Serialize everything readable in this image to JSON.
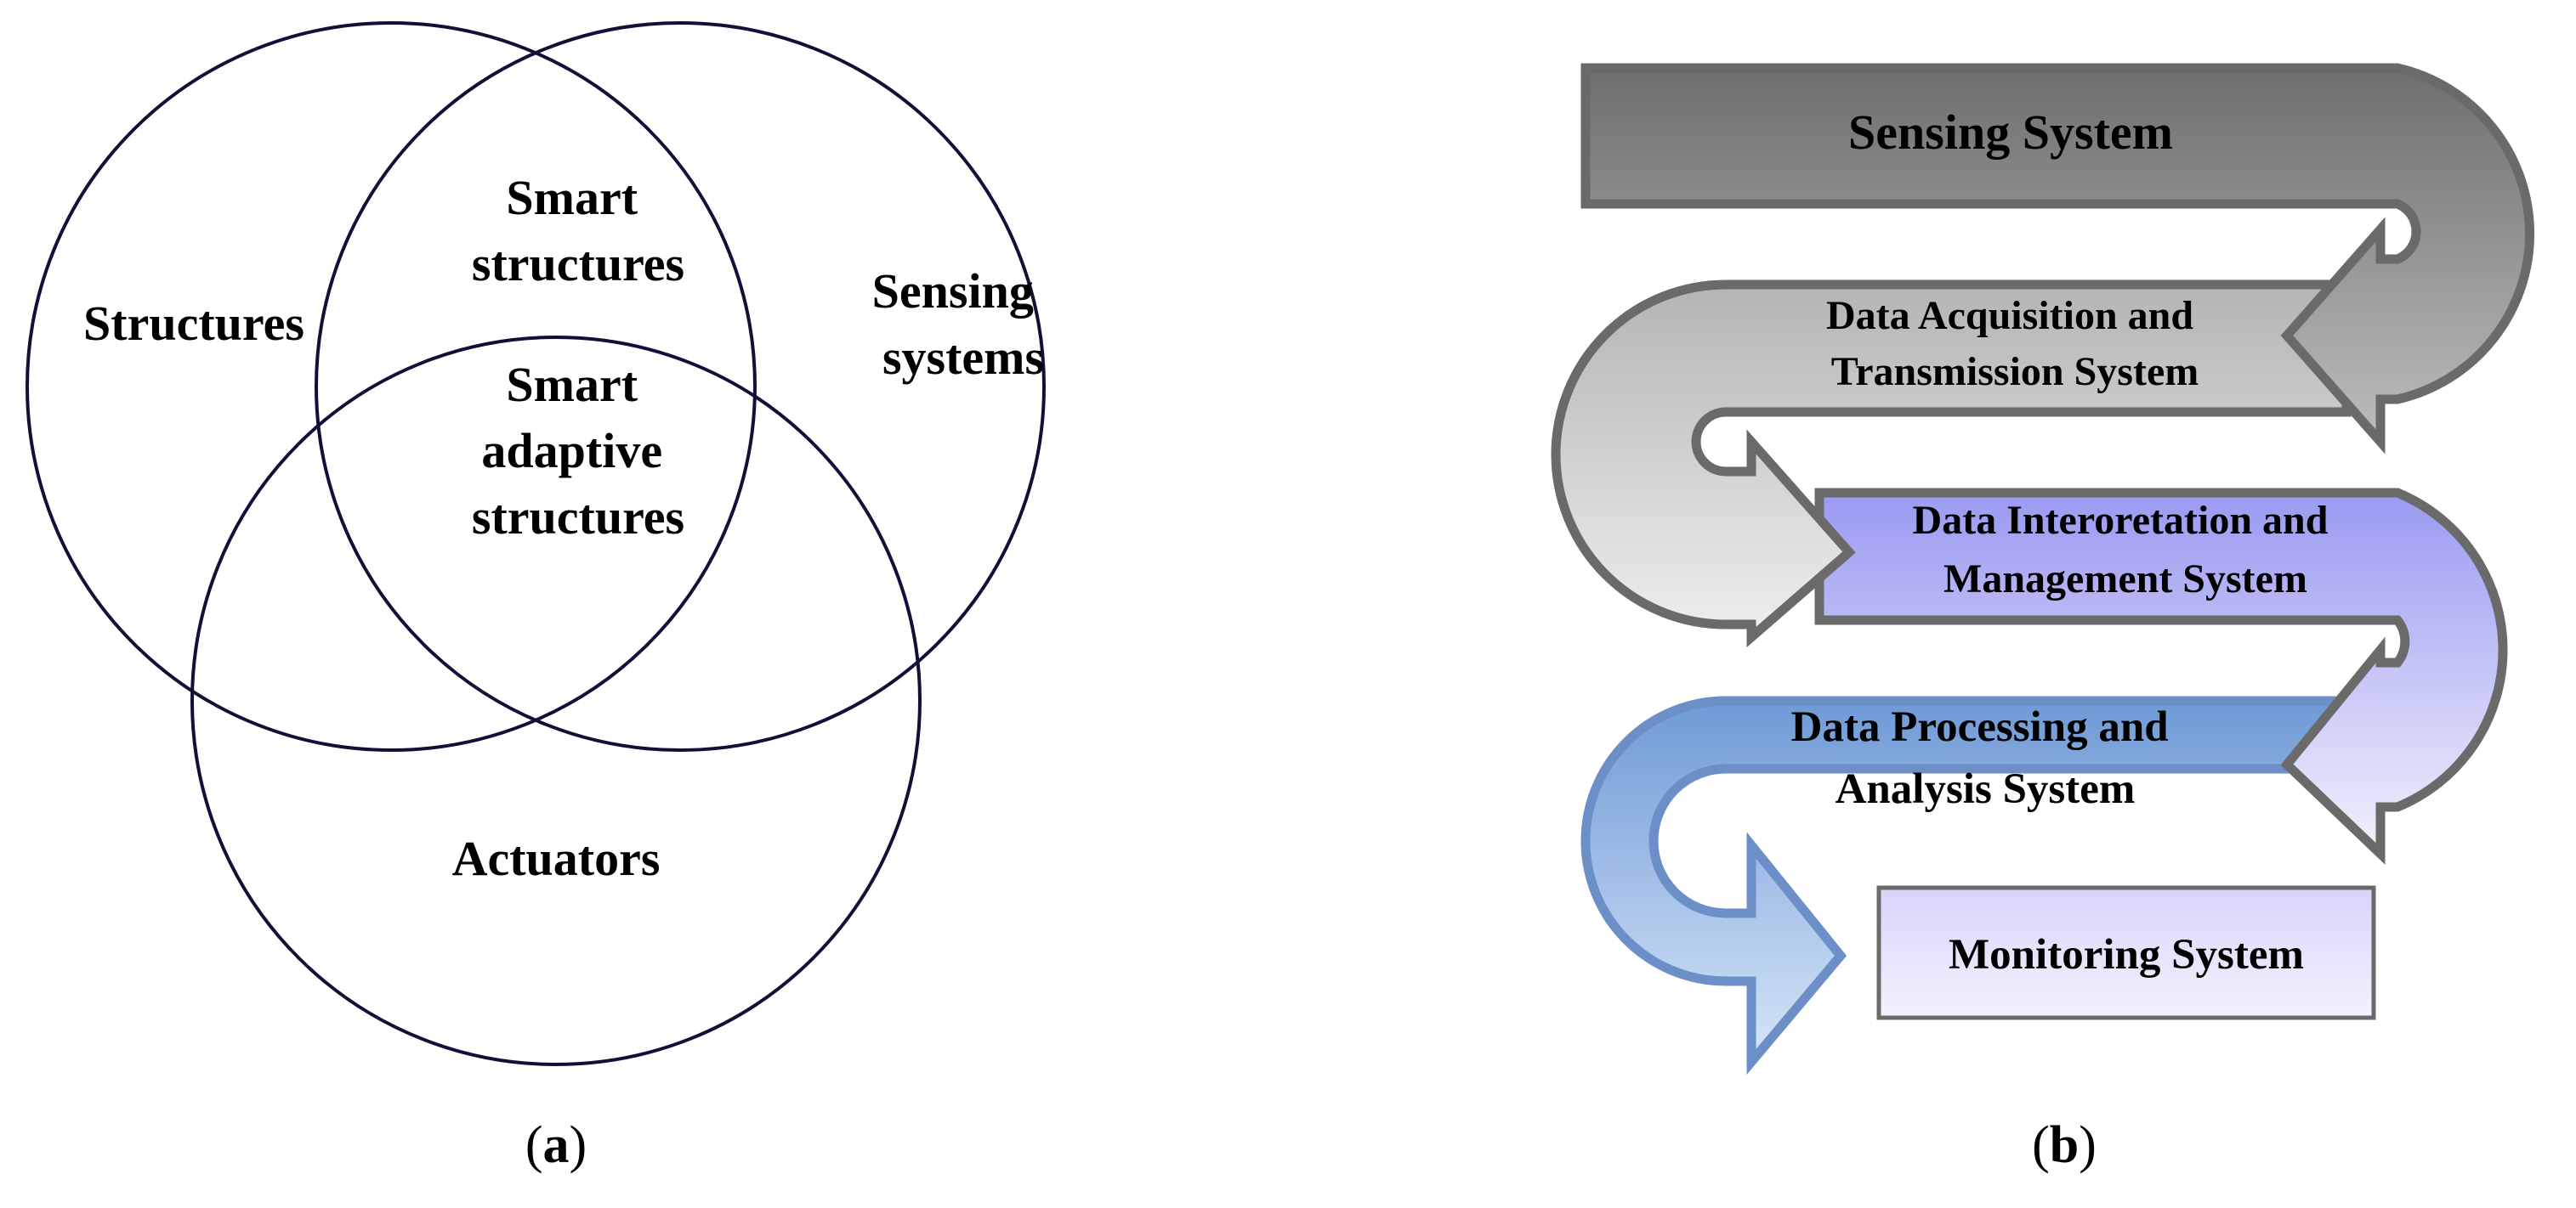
{
  "venn": {
    "sets": [
      {
        "name": "structures",
        "label": "Structures"
      },
      {
        "name": "sensing-systems",
        "label_lines": [
          "Sensing",
          "systems"
        ]
      },
      {
        "name": "actuators",
        "label": "Actuators"
      }
    ],
    "intersections": {
      "structures_sensing": [
        "Smart",
        "structures"
      ],
      "all_three": [
        "Smart",
        "adaptive",
        "structures"
      ]
    },
    "stroke_color": "#101038"
  },
  "flow": {
    "steps": [
      {
        "name": "sensing-system",
        "lines": [
          "Sensing System"
        ],
        "fill_top": "#6e6e6e",
        "fill_bottom": "#bdbdbd"
      },
      {
        "name": "data-acquisition",
        "lines": [
          "Data Acquisition and",
          "Transmission System"
        ],
        "fill_top": "#b4b4b4",
        "fill_bottom": "#efefef"
      },
      {
        "name": "data-interpretation",
        "lines": [
          "Data Interoretation and",
          "Management System"
        ],
        "fill_top": "#9a9af2",
        "fill_bottom": "#f1f1fc"
      },
      {
        "name": "data-processing",
        "lines": [
          "Data Processing and",
          "Analysis System"
        ],
        "fill_top": "#6f9ad6",
        "fill_bottom": "#d6e6f8"
      },
      {
        "name": "monitoring-system",
        "lines": [
          "Monitoring System"
        ],
        "fill_top": "#d8d4fb",
        "fill_bottom": "#f4f2fd"
      }
    ],
    "outline_gray": "#6a6a6a",
    "outline_blue": "#6b8fc6"
  },
  "captions": {
    "a": {
      "open": "(",
      "letter": "a",
      "close": ")"
    },
    "b": {
      "open": "(",
      "letter": "b",
      "close": ")"
    }
  }
}
